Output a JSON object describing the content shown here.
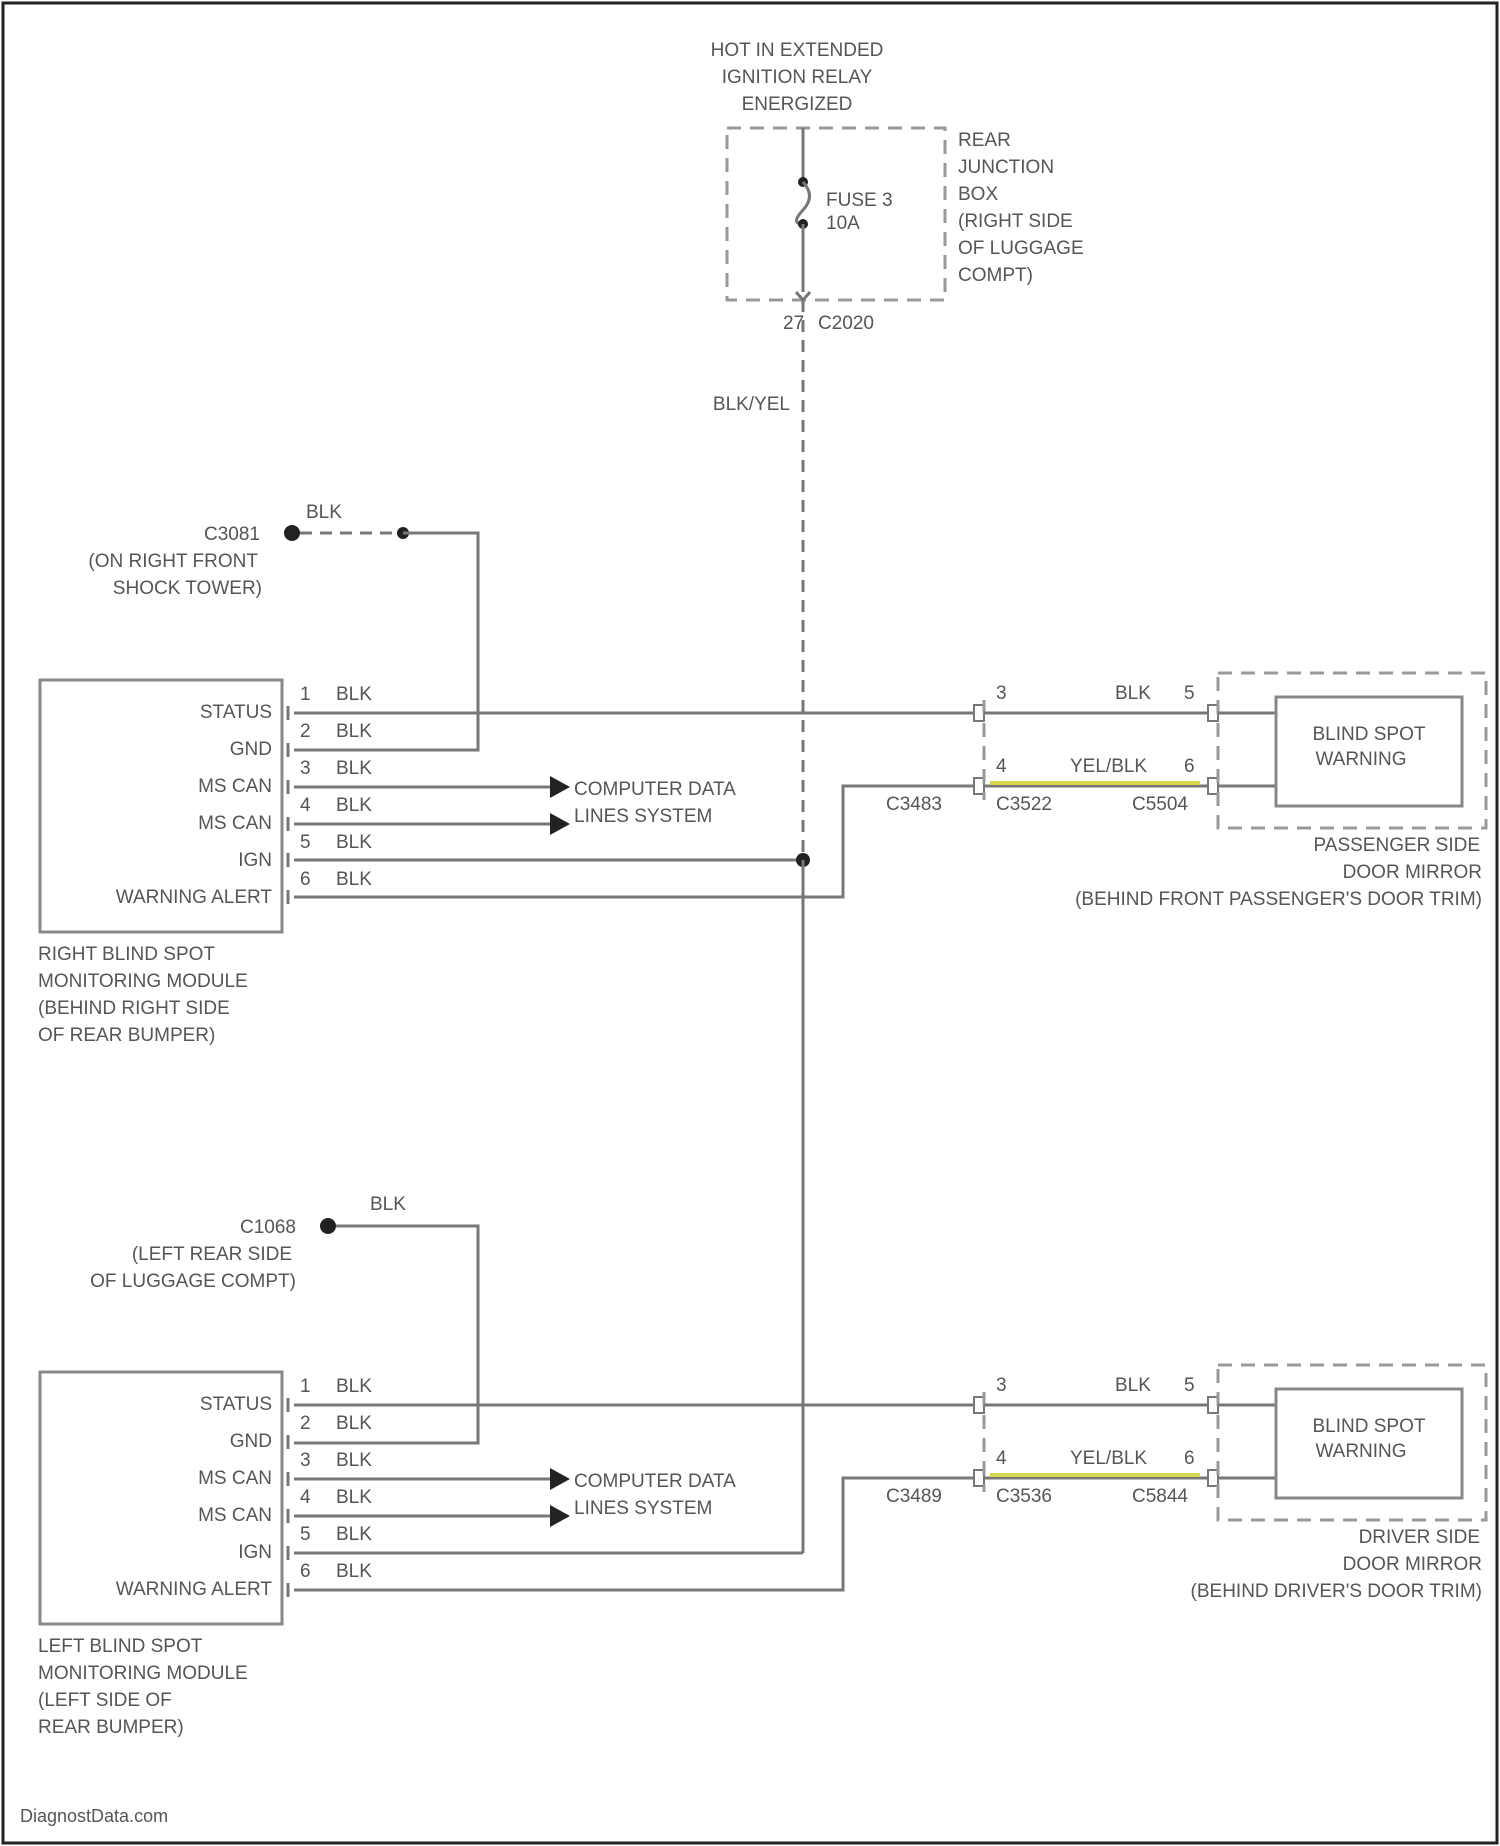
{
  "power": {
    "line1": "HOT IN EXTENDED",
    "line2": "IGNITION RELAY",
    "line3": "ENERGIZED"
  },
  "fuse": {
    "name": "FUSE 3",
    "rating": "10A"
  },
  "rjb": {
    "lines": [
      "REAR",
      "JUNCTION",
      "BOX",
      "(RIGHT SIDE",
      "OF LUGGAGE",
      "COMPT)"
    ]
  },
  "rjb_connector": {
    "pin": "27",
    "connector": "C2020"
  },
  "feed_wire": "BLK/YEL",
  "ground_right": {
    "connector": "C3081",
    "lines": [
      "(ON RIGHT FRONT",
      "SHOCK TOWER)"
    ],
    "wire": "BLK"
  },
  "ground_left": {
    "connector": "C1068",
    "lines": [
      "(LEFT REAR SIDE",
      "OF LUGGAGE COMPT)"
    ],
    "wire": "BLK"
  },
  "modules": [
    {
      "pins": [
        {
          "label": "STATUS",
          "num": "1",
          "wire": "BLK"
        },
        {
          "label": "GND",
          "num": "2",
          "wire": "BLK"
        },
        {
          "label": "MS CAN",
          "num": "3",
          "wire": "BLK"
        },
        {
          "label": "MS CAN",
          "num": "4",
          "wire": "BLK"
        },
        {
          "label": "IGN",
          "num": "5",
          "wire": "BLK"
        },
        {
          "label": "WARNING ALERT",
          "num": "6",
          "wire": "BLK"
        }
      ],
      "caption": [
        "RIGHT BLIND SPOT",
        "MONITORING MODULE",
        "(BEHIND RIGHT SIDE",
        "OF REAR BUMPER)"
      ],
      "data_label": [
        "COMPUTER DATA",
        "LINES SYSTEM"
      ],
      "mirror_wires": [
        {
          "num_a": "3",
          "wire": "BLK",
          "num_b": "5"
        },
        {
          "num_a": "4",
          "wire": "YEL/BLK",
          "num_b": "6"
        }
      ],
      "connectors": {
        "c1": "C3483",
        "c2": "C3522",
        "c3": "C5504"
      },
      "warning_box": [
        "BLIND SPOT",
        "WARNING"
      ],
      "mirror_caption": [
        "PASSENGER SIDE",
        "DOOR MIRROR",
        "(BEHIND FRONT PASSENGER'S DOOR TRIM)"
      ]
    },
    {
      "pins": [
        {
          "label": "STATUS",
          "num": "1",
          "wire": "BLK"
        },
        {
          "label": "GND",
          "num": "2",
          "wire": "BLK"
        },
        {
          "label": "MS CAN",
          "num": "3",
          "wire": "BLK"
        },
        {
          "label": "MS CAN",
          "num": "4",
          "wire": "BLK"
        },
        {
          "label": "IGN",
          "num": "5",
          "wire": "BLK"
        },
        {
          "label": "WARNING ALERT",
          "num": "6",
          "wire": "BLK"
        }
      ],
      "caption": [
        "LEFT BLIND SPOT",
        "MONITORING MODULE",
        "(LEFT SIDE OF",
        "REAR BUMPER)"
      ],
      "data_label": [
        "COMPUTER DATA",
        "LINES SYSTEM"
      ],
      "mirror_wires": [
        {
          "num_a": "3",
          "wire": "BLK",
          "num_b": "5"
        },
        {
          "num_a": "4",
          "wire": "YEL/BLK",
          "num_b": "6"
        }
      ],
      "connectors": {
        "c1": "C3489",
        "c2": "C3536",
        "c3": "C5844"
      },
      "warning_box": [
        "BLIND SPOT",
        "WARNING"
      ],
      "mirror_caption": [
        "DRIVER SIDE",
        "DOOR MIRROR",
        "(BEHIND DRIVER'S DOOR TRIM)"
      ]
    }
  ],
  "footer": "DiagnostData.com"
}
